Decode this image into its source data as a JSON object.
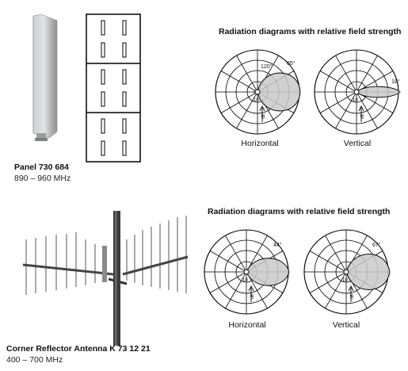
{
  "products": [
    {
      "name": "Panel 730 684",
      "range": "890 – 960 MHz",
      "diagram_title": "Radiation diagrams with relative field strength",
      "diagrams": [
        {
          "label": "Horizontal",
          "angle": "65°",
          "bearing": "120°",
          "scale_mark": "10",
          "db_mark": "dB"
        },
        {
          "label": "Vertical",
          "angle": "18°",
          "scale_mark": "10",
          "db_mark": "dB"
        }
      ]
    },
    {
      "name": "Corner Reflector Antenna K 73 12 21",
      "range": "400 – 700 MHz",
      "diagram_title": "Radiation diagrams with relative field strength",
      "diagrams": [
        {
          "label": "Horizontal",
          "angle": "44°",
          "scale_mark": "10",
          "db_mark": "dB"
        },
        {
          "label": "Vertical",
          "angle": "67°",
          "scale_mark": "10",
          "db_mark": "dB"
        }
      ]
    }
  ]
}
